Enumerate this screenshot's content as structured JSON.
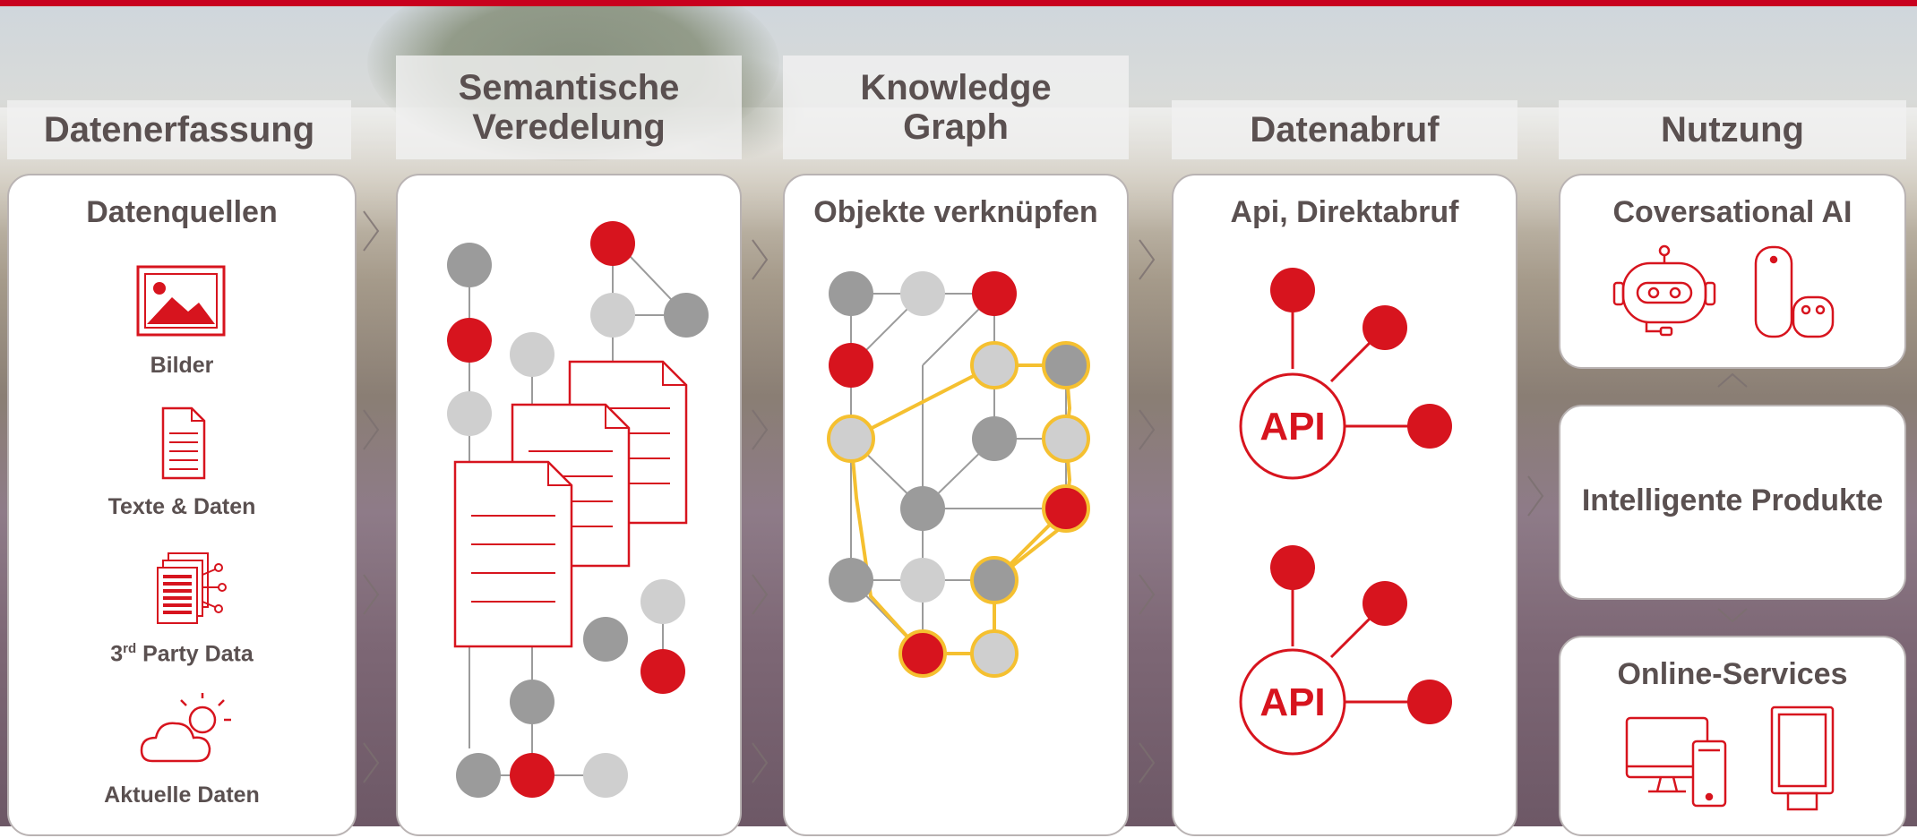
{
  "headers": {
    "col1": "Datenerfassung",
    "col2_line1": "Semantische",
    "col2_line2": "Veredelung",
    "col3_line1": "Knowledge",
    "col3_line2": "Graph",
    "col4": "Datenabruf",
    "col5": "Nutzung"
  },
  "col1": {
    "title": "Datenquellen",
    "items": [
      {
        "label": "Bilder",
        "icon": "image-icon"
      },
      {
        "label": "Texte & Daten",
        "icon": "document-icon"
      },
      {
        "label_main": "3",
        "label_sup": "rd",
        "label_rest": " Party Data",
        "icon": "data-sheets-icon"
      },
      {
        "label": "Aktuelle Daten",
        "icon": "weather-cloud-sun-icon"
      }
    ]
  },
  "col3": {
    "title": "Objekte verknüpfen"
  },
  "col4": {
    "title": "Api, Direktabruf",
    "api_label_1": "API",
    "api_label_2": "API"
  },
  "col5": {
    "card1_title": "Coversational AI",
    "card2_title": "Intelligente Produkte",
    "card3_title": "Online-Services"
  },
  "colors": {
    "red": "#d7141e",
    "grey_dark": "#9b9b9b",
    "grey_light": "#cfcfcf",
    "yellow": "#f5c030",
    "text": "#5a5050"
  }
}
